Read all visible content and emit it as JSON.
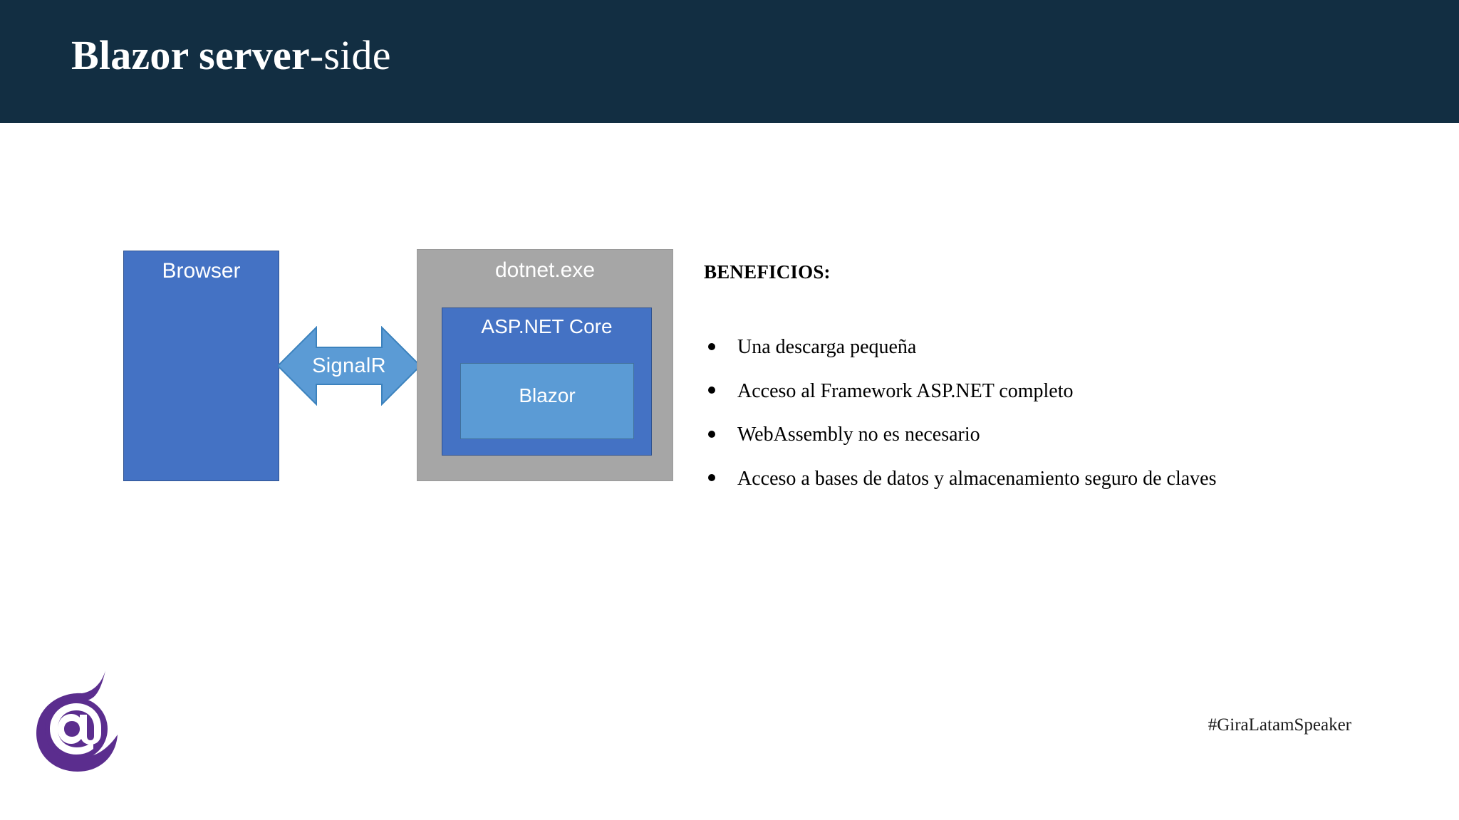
{
  "slide": {
    "title_strong": "Blazor server",
    "title_light": "-side",
    "header_color": "#122e42",
    "background_color": "#ffffff"
  },
  "diagram": {
    "browser": {
      "label": "Browser",
      "color": "#4472c4"
    },
    "connector": {
      "label": "SignalR",
      "color": "#5b9bd5",
      "icon": "double-arrow-icon"
    },
    "dotnet": {
      "label": "dotnet.exe",
      "color": "#a6a6a6"
    },
    "aspnet": {
      "label": "ASP.NET Core",
      "color": "#4472c4"
    },
    "blazor": {
      "label": "Blazor",
      "color": "#5b9bd5"
    }
  },
  "benefits": {
    "heading": "BENEFICIOS:",
    "items": [
      "Una descarga pequeña",
      "Acceso al Framework ASP.NET completo",
      "WebAssembly no es necesario",
      "Acceso a bases de datos y almacenamiento seguro de claves"
    ]
  },
  "logo": {
    "name": "blazor-logo",
    "color": "#5b2d8e",
    "glyph": "@"
  },
  "footer": {
    "hashtag": "#GiraLatamSpeaker"
  }
}
